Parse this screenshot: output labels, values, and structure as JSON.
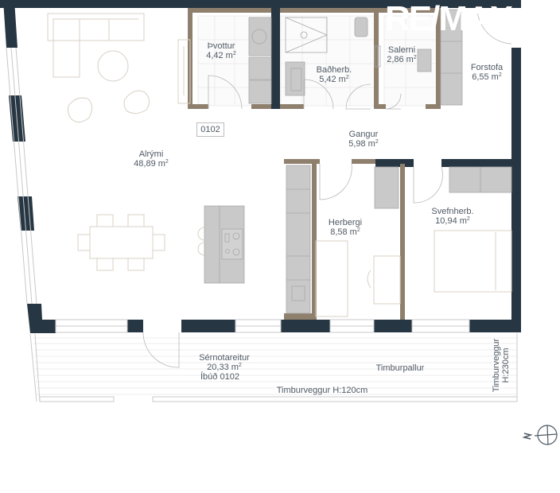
{
  "unit": {
    "number": "0102"
  },
  "watermark": "RE/MAX",
  "rooms": [
    {
      "name": "Alrými",
      "area": "48,89 m",
      "sup": "2"
    },
    {
      "name": "Þvottur",
      "area": "4,42 m",
      "sup": "2"
    },
    {
      "name": "Baðherb.",
      "area": "5,42 m",
      "sup": "2"
    },
    {
      "name": "Salerni",
      "area": "2,86 m",
      "sup": "2"
    },
    {
      "name": "Forstofa",
      "area": "6,55 m",
      "sup": "2"
    },
    {
      "name": "Gangur",
      "area": "5,98 m",
      "sup": "2"
    },
    {
      "name": "Herbergi",
      "area": "8,58 m",
      "sup": "2"
    },
    {
      "name": "Svefnherb.",
      "area": "10,94 m",
      "sup": "2"
    }
  ],
  "terrace": {
    "name": "Sérnotareitur",
    "area": "20,33 m",
    "sup": "2",
    "unit_label": "Íbúð 0102",
    "deck_label": "Timburpallur",
    "fence_bottom": "Timburveggur H:120cm",
    "fence_right_line1": "Timburveggur",
    "fence_right_line2": "H:230cm"
  },
  "compass": {
    "label": "N"
  },
  "colors": {
    "wall": "#263642",
    "partition": "#8f806d",
    "fixture": "#c9c9c9",
    "furniture_line": "#d8d0c6",
    "text": "#4f5a64"
  }
}
